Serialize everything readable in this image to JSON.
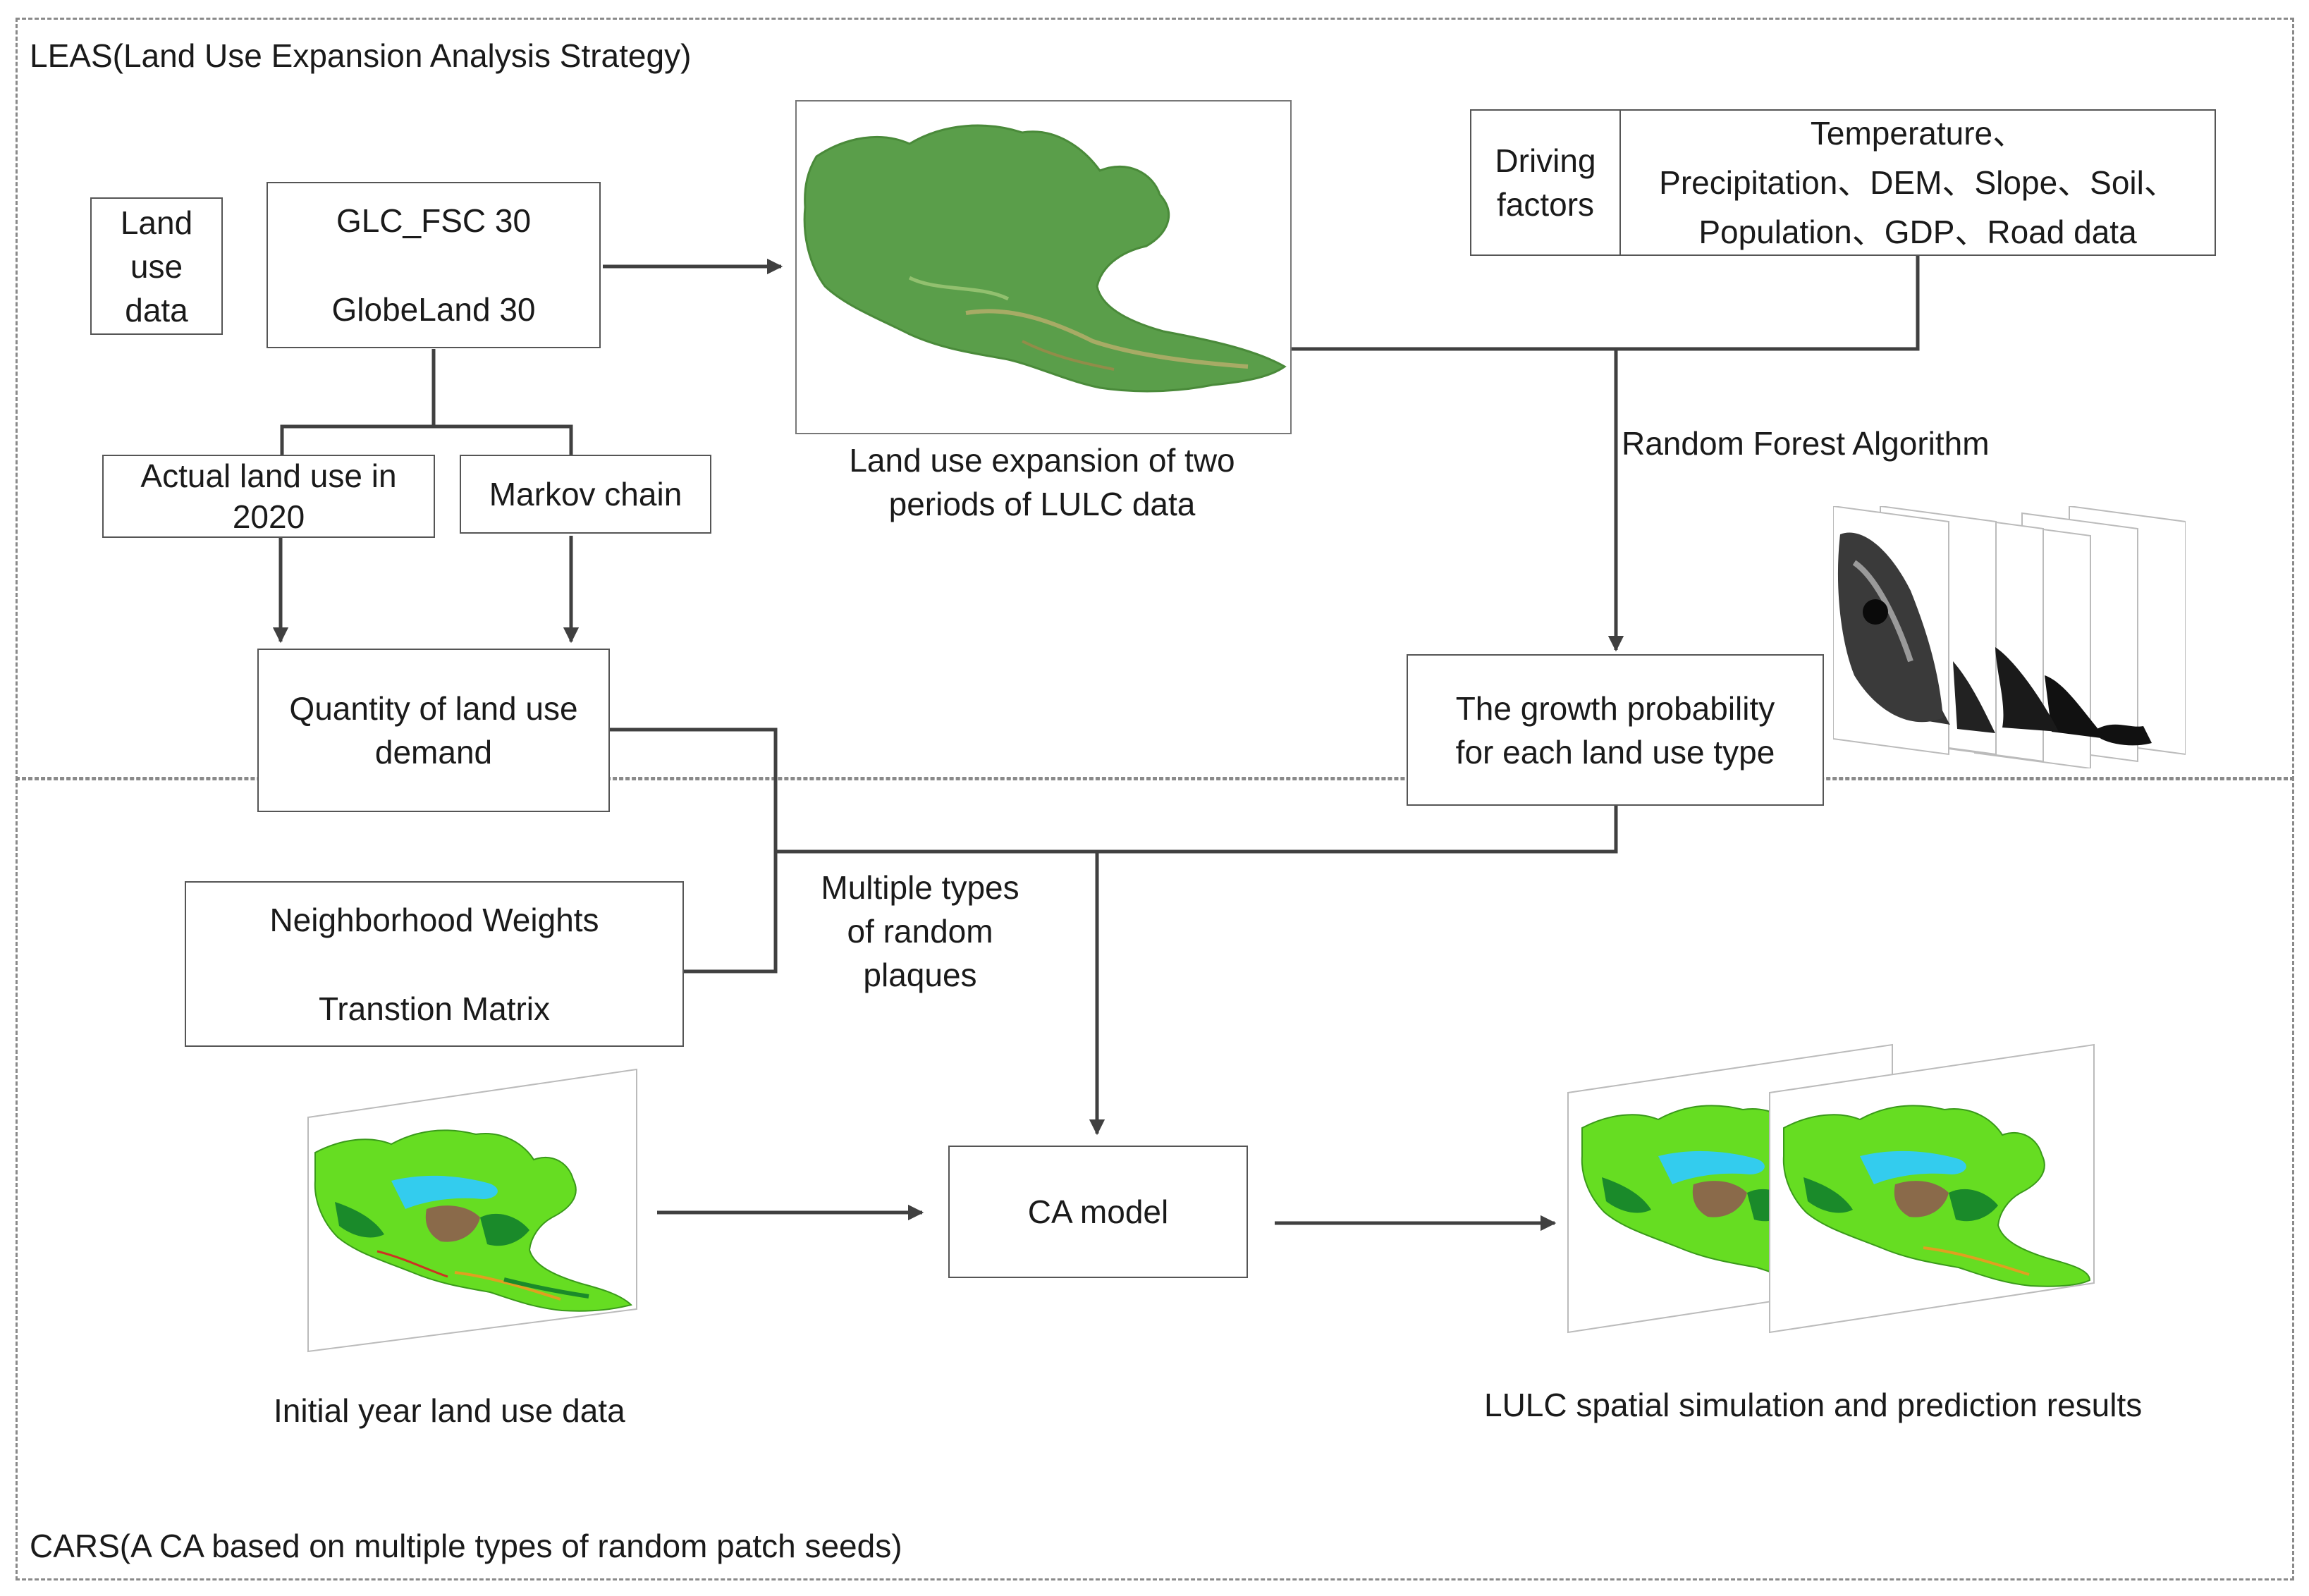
{
  "regions": {
    "leas_label": "LEAS(Land Use Expansion Analysis Strategy)",
    "cars_label": "CARS(A CA based on multiple types of random patch seeds)"
  },
  "inputs": {
    "land_use_data": [
      "Land",
      "use",
      "data"
    ],
    "datasets": [
      "GLC_FSC 30",
      "GlobeLand 30"
    ]
  },
  "driving_factors": {
    "label": [
      "Driving",
      "factors"
    ],
    "list": [
      "Temperature、",
      "Precipitation、DEM、Slope、Soil、",
      "Population、GDP、Road data"
    ]
  },
  "map_captions": {
    "expansion": [
      "Land use expansion of two",
      "periods of LULC data"
    ],
    "initial": "Initial year land use data",
    "results": "LULC spatial simulation and prediction results"
  },
  "process": {
    "random_forest": "Random Forest Algorithm",
    "actual_land_use": [
      "Actual land use in",
      "2020"
    ],
    "markov": "Markov chain",
    "demand": [
      "Quantity of land use",
      "demand"
    ],
    "growth_probability": [
      "The growth probability",
      "for each land use type"
    ],
    "weights": [
      "Neighborhood Weights",
      "Transtion Matrix"
    ],
    "random_plaques": [
      "Multiple types",
      "of random",
      "plaques"
    ],
    "ca_model": "CA model"
  },
  "colors": {
    "line": "#404040",
    "region_border": "#8a8a8a",
    "map_green": "#5a9e4a",
    "map_bright_green": "#66dd22",
    "map_dark_green": "#1a8a2a",
    "map_cyan": "#33ccee",
    "map_brown": "#8a6a4a"
  }
}
